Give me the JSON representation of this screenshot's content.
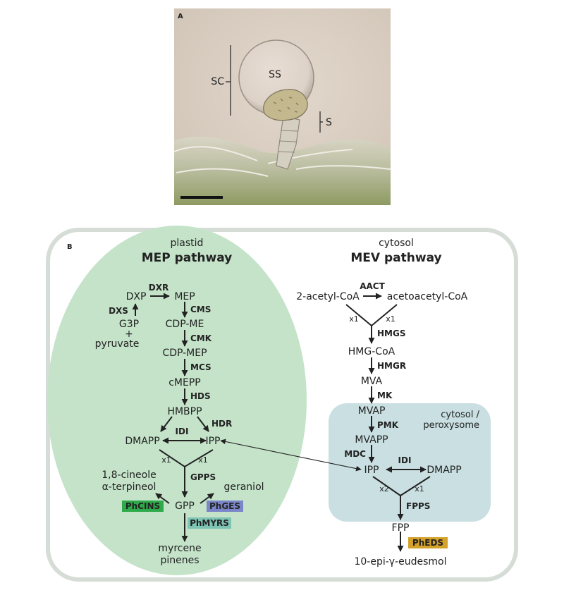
{
  "panel_a": {
    "panel_letter": "A",
    "ss_label": "SS",
    "sc_label": "SC",
    "s_label": "S"
  },
  "panel_b": {
    "panel_letter": "B",
    "plastid": {
      "compartment": "plastid",
      "pathway_title": "MEP pathway",
      "metabolites": {
        "dxp": "DXP",
        "mep": "MEP",
        "g3p": "G3P",
        "plus": "+",
        "pyruvate": "pyruvate",
        "cdp_me": "CDP-ME",
        "cdp_mep": "CDP-MEP",
        "cmepp": "cMEPP",
        "hmbpp": "HMBPP",
        "dmapp": "DMAPP",
        "ipp": "IPP",
        "gpp": "GPP",
        "cineole": "1,8-cineole",
        "terpineol": "α-terpineol",
        "geraniol": "geraniol",
        "myrcene": "myrcene",
        "pinenes": "pinenes"
      },
      "enzymes": {
        "dxr": "DXR",
        "dxs": "DXS",
        "cms": "CMS",
        "cmk": "CMK",
        "mcs": "MCS",
        "hds": "HDS",
        "hdr": "HDR",
        "idi": "IDI",
        "gpps": "GPPS"
      },
      "stoich": {
        "left": "x1",
        "right": "x1"
      },
      "highlighted_enzymes": {
        "phcins": "PhCINS",
        "phges": "PhGES",
        "phmyrs": "PhMYRS"
      }
    },
    "cytosol": {
      "compartment": "cytosol",
      "pathway_title": "MEV pathway",
      "subcompartment": "cytosol /\nperoxysome",
      "metabolites": {
        "acetyl_coa": "2-acetyl-CoA",
        "acetoacetyl_coa": "acetoacetyl-CoA",
        "hmg_coa": "HMG-CoA",
        "mva": "MVA",
        "mvap": "MVAP",
        "mvapp": "MVAPP",
        "ipp": "IPP",
        "dmapp": "DMAPP",
        "fpp": "FPP",
        "eudesmol": "10-epi-γ-eudesmol"
      },
      "enzymes": {
        "aact": "AACT",
        "hmgs": "HMGS",
        "hmgr": "HMGR",
        "mk": "MK",
        "pmk": "PMK",
        "mdc": "MDC",
        "idi": "IDI",
        "fpps": "FPPS"
      },
      "stoich": {
        "aact_left": "x1",
        "aact_right": "x1",
        "fpps_left": "x2",
        "fpps_right": "x1"
      },
      "highlighted_enzymes": {
        "pheds": "PhEDS"
      }
    },
    "colors": {
      "plastid_fill": "#c4e3c9",
      "peroxisome_fill": "#c9dfe1",
      "cell_border": "#d6dcd6",
      "phcins": "#2eaa4a",
      "phges": "#7b86c9",
      "phmyrs": "#7dc4b4",
      "pheds": "#d4a12a"
    }
  }
}
